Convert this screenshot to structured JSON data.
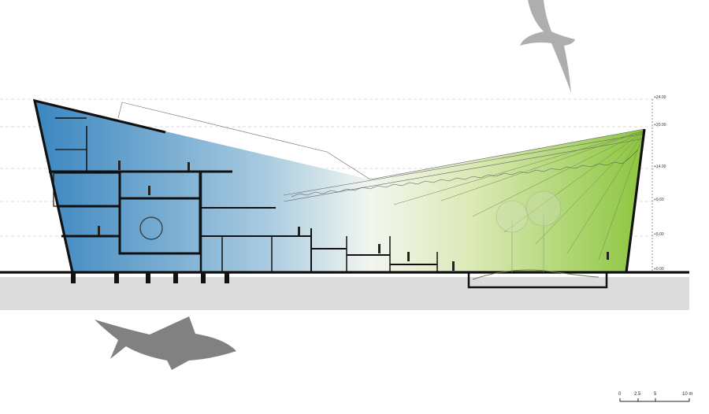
{
  "section": {
    "levels": [
      {
        "label": "+24.00",
        "value": 24
      },
      {
        "label": "+20.00",
        "value": 20
      },
      {
        "label": "+14.00",
        "value": 14
      },
      {
        "label": "+9.60",
        "value": 9.6
      },
      {
        "label": "+5.00",
        "value": 5
      },
      {
        "label": "+0.00",
        "value": 0
      }
    ]
  },
  "scale_bar": {
    "labels": [
      "0",
      "2.5",
      "5",
      "10 m"
    ]
  },
  "colors": {
    "blue_zone": "#3a86c0",
    "green_zone": "#8cc63f",
    "structure": "#111111",
    "ground": "#dcdcdc"
  }
}
